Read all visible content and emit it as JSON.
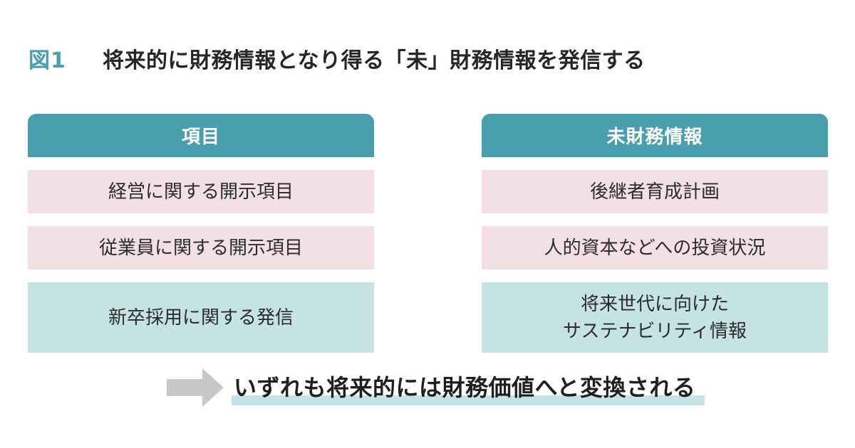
{
  "figure": {
    "label": "図1",
    "title": "将来的に財務情報となり得る「未」財務情報を発信する"
  },
  "left_column": {
    "header": "項目",
    "rows": [
      "経営に関する開示項目",
      "従業員に関する開示項目",
      "新卒採用に関する発信"
    ]
  },
  "right_column": {
    "header": "未財務情報",
    "rows": [
      "後継者育成計画",
      "人的資本などへの投資状況"
    ],
    "row3_line1": "将来世代に向けた",
    "row3_line2": "サステナビリティ情報"
  },
  "conclusion": {
    "text": "いずれも将来的には財務価値へと変換される",
    "arrow_icon": "right-arrow-icon"
  },
  "colors": {
    "accent": "#4a9fae",
    "pink_row": "#f3e0e4",
    "teal_row": "#c5e2e5",
    "arrow": "#c8c8c8"
  }
}
